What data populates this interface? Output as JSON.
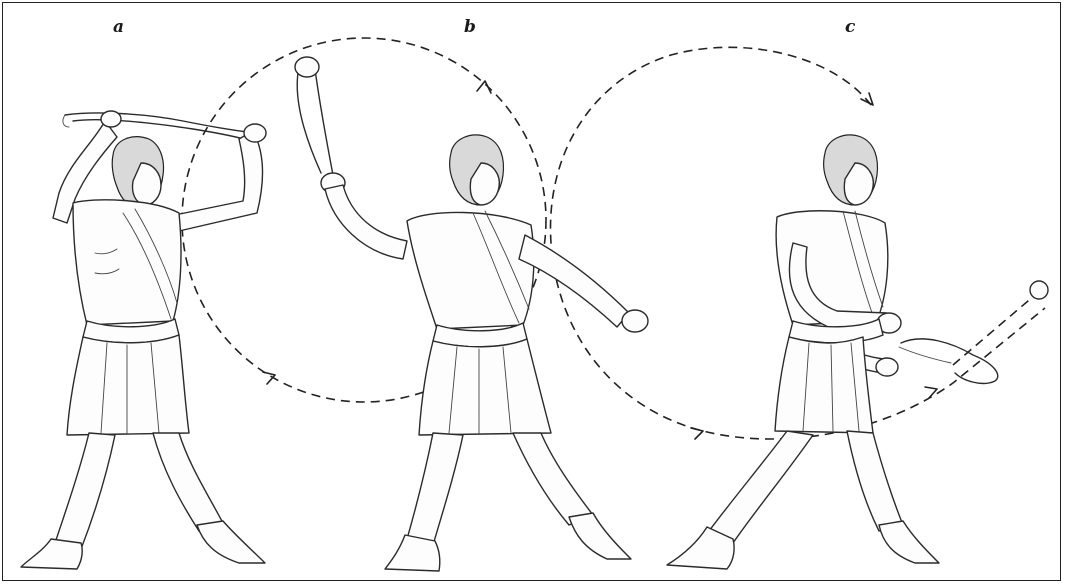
{
  "labels": {
    "a": "a",
    "b": "b",
    "c": "c"
  },
  "colors": {
    "ink": "#2b2b2b",
    "background": "#ffffff",
    "border": "#222222"
  }
}
